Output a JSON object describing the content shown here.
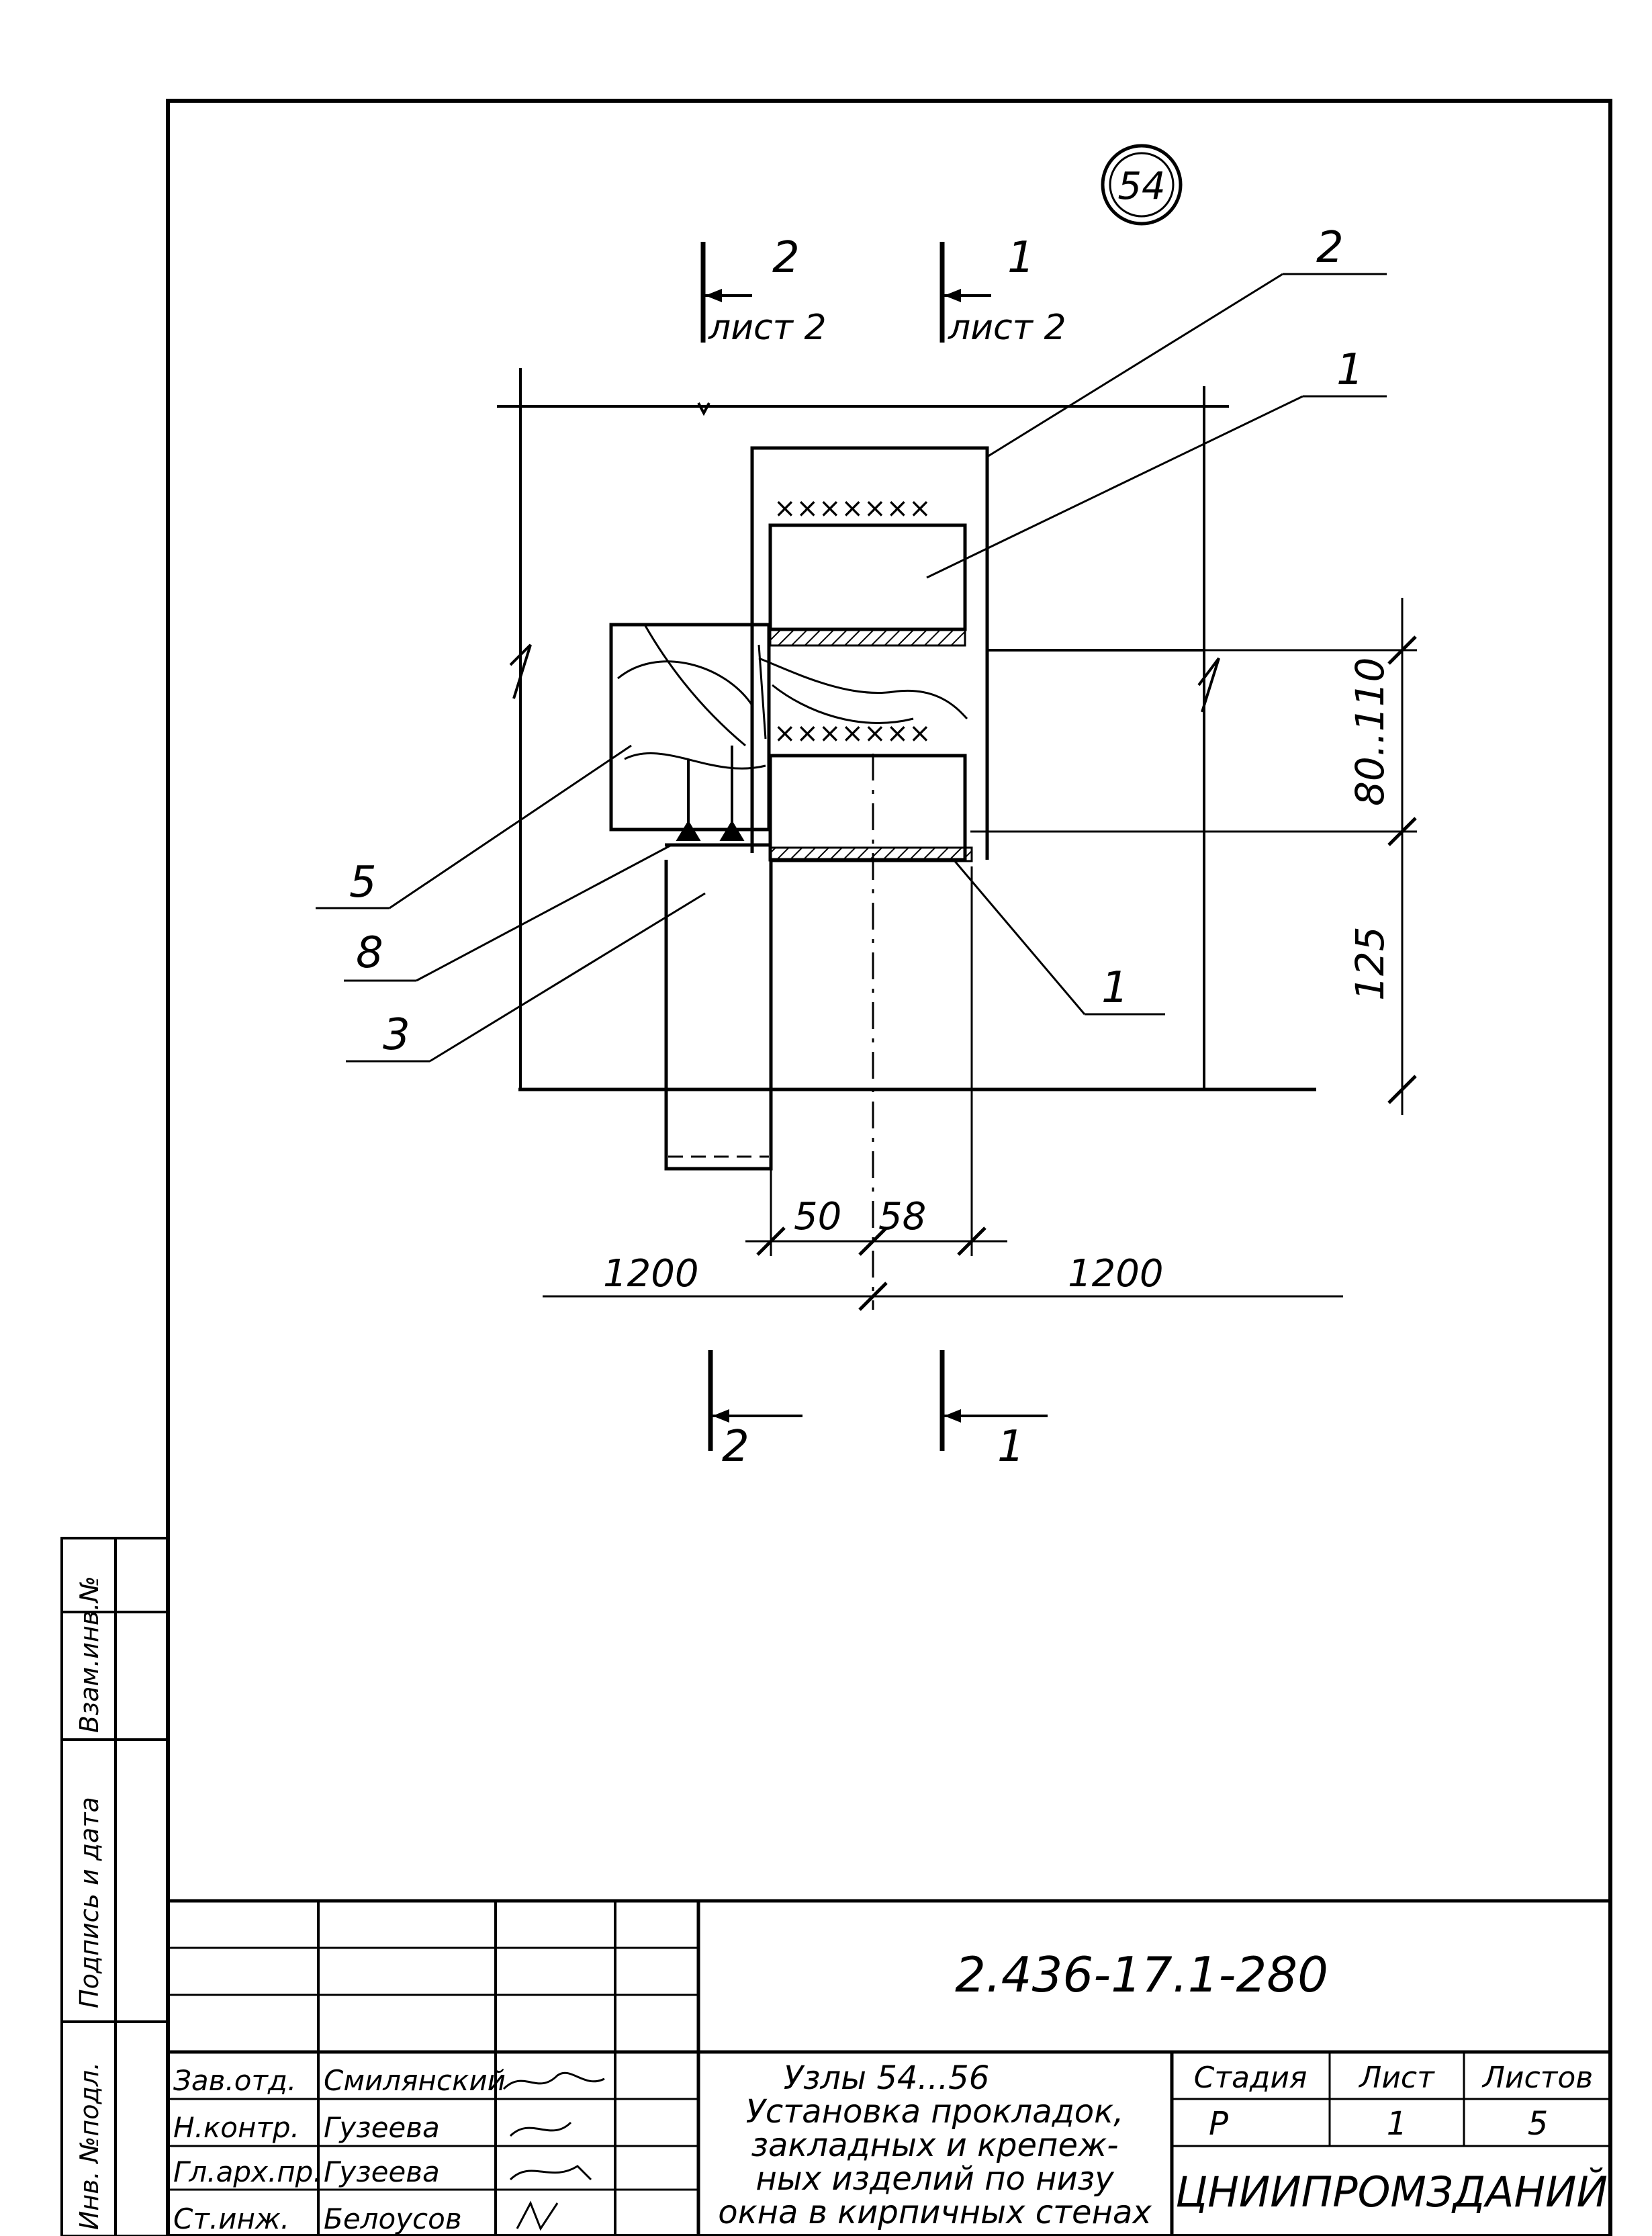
{
  "detail": {
    "node_number": "54"
  },
  "section_marks": {
    "top": [
      {
        "number": "2",
        "sheet_ref": "лист 2"
      },
      {
        "number": "1",
        "sheet_ref": "лист 2"
      }
    ],
    "bottom": [
      {
        "number": "2"
      },
      {
        "number": "1"
      }
    ]
  },
  "leaders": {
    "right_top_2": "2",
    "right_top_1": "1",
    "right_bottom_1": "1",
    "left_5": "5",
    "left_8": "8",
    "left_3": "3"
  },
  "dimensions": {
    "vertical_upper": "80..110",
    "vertical_lower": "125",
    "horizontal_left_small": "50",
    "horizontal_right_small": "58",
    "horizontal_left_big": "1200",
    "horizontal_right_big": "1200"
  },
  "side_stamp": {
    "inv_no": "Инв. №подл.",
    "signature_date": "Подпись и дата",
    "replaced_inv": "Взам.инв.№"
  },
  "title_block": {
    "document_code": "2.436-17.1-280",
    "title_lines": [
      "Узлы 54...56",
      "Установка прокладок,",
      "закладных и крепеж-",
      "ных изделий по низу",
      "окна в кирпичных стенах"
    ],
    "stage_label": "Стадия",
    "sheet_label": "Лист",
    "sheets_label": "Листов",
    "stage_value": "Р",
    "sheet_value": "1",
    "sheets_value": "5",
    "organization": "ЦНИИПРОМЗДАНИЙ",
    "staff": [
      {
        "role": "Зав.отд.",
        "name": "Смилянский"
      },
      {
        "role": "Н.контр.",
        "name": "Гузеева"
      },
      {
        "role": "Гл.арх.пр.",
        "name": "Гузеева"
      },
      {
        "role": "Ст.инж.",
        "name": "Белоусов"
      }
    ]
  }
}
